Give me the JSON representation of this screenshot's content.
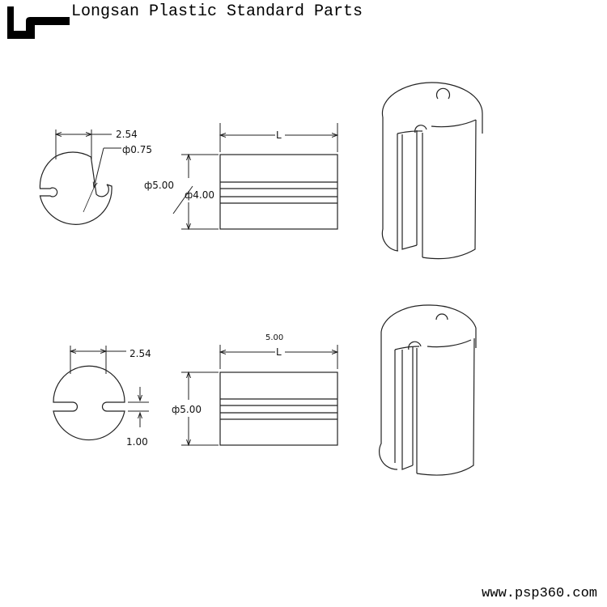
{
  "header": {
    "brand_name": "Longsan Plastic Standard Parts",
    "logo_icon": "longsan-logo-icon"
  },
  "footer": {
    "website": "www.psp360.com"
  },
  "variant_a": {
    "end_view": {
      "slot_pitch": "2.54",
      "hole_diameter": "ф0.75"
    },
    "side_view": {
      "length": "L",
      "outer_diameter": "ф5.00",
      "inner_diameter": "ф4.00"
    }
  },
  "variant_b": {
    "end_view": {
      "slot_pitch": "2.54",
      "slot_width": "1.00"
    },
    "side_view": {
      "length_value": "5.00",
      "length": "L",
      "outer_diameter": "ф5.00"
    }
  }
}
